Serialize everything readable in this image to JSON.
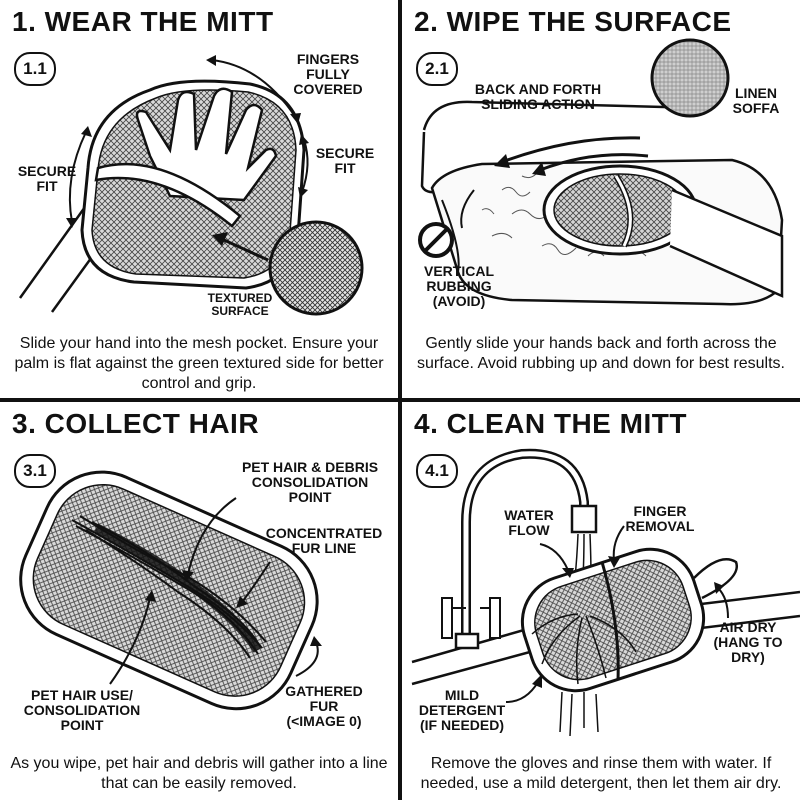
{
  "panels": [
    {
      "title": "1. WEAR THE MITT",
      "step": "1.1",
      "labels": {
        "fingers": "FINGERS\nFULLY\nCOVERED",
        "secure_left": "SECURE\nFIT",
        "secure_right": "SECURE\nFIT",
        "textured": "TEXTURED\nSURFACE"
      },
      "caption": "Slide your hand into the mesh pocket. Ensure your palm is flat against the green textured side for better control and grip."
    },
    {
      "title": "2. WIPE THE SURFACE",
      "step": "2.1",
      "labels": {
        "sliding": "BACK AND FORTH\nSLIDING ACTION",
        "linen": "LINEN\nSOFFA",
        "vertical": "VERTICAL\nRUBBING\n(AVOID)"
      },
      "caption": "Gently slide your hands back and forth across the surface. Avoid rubbing up and down for best results."
    },
    {
      "title": "3. COLLECT HAIR",
      "step": "3.1",
      "labels": {
        "debris": "PET HAIR & DEBRIS\nCONSOLIDATION\nPOINT",
        "fur_line": "CONCENTRATED\nFUR LINE",
        "pet_hair_use": "PET HAIR USE/\nCONSOLIDATION\nPOINT",
        "gathered": "GATHERED\nFUR\n(<IMAGE 0)"
      },
      "caption": "As you wipe, pet hair and debris will gather into a line that can be easily removed."
    },
    {
      "title": "4. CLEAN THE MITT",
      "step": "4.1",
      "labels": {
        "water": "WATER\nFLOW",
        "finger_removal": "FINGER\nREMOVAL",
        "air_dry": "AIR DRY\n(HANG TO\nDRY)",
        "detergent": "MILD\nDETERGENT\n(IF NEEDED)"
      },
      "caption": "Remove the gloves and rinse them with water. If needed, use a mild detergent, then let them air dry."
    }
  ]
}
